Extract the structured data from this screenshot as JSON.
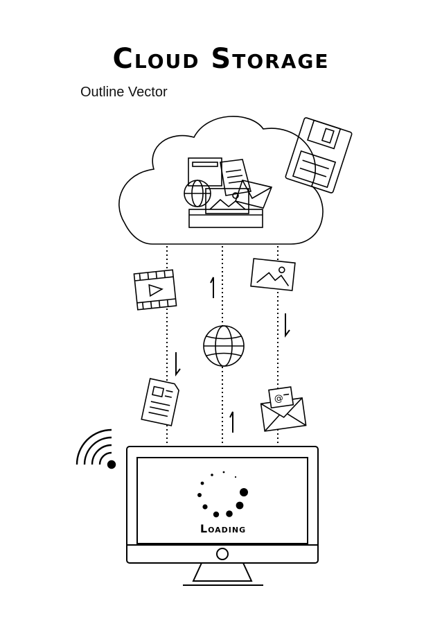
{
  "header": {
    "title": "Cloud Storage",
    "subtitle": "Outline Vector"
  },
  "monitor": {
    "status_text": "Loading"
  },
  "icons": [
    "floppy-disk-icon",
    "cloud-icon",
    "folder-tray-icon",
    "video-file-icon",
    "image-file-icon",
    "globe-icon",
    "document-icon",
    "email-icon",
    "wifi-icon",
    "monitor-icon",
    "loading-spinner-icon",
    "up-arrow-icon",
    "down-arrow-icon"
  ],
  "colors": {
    "line": "#000000",
    "background": "#ffffff"
  }
}
